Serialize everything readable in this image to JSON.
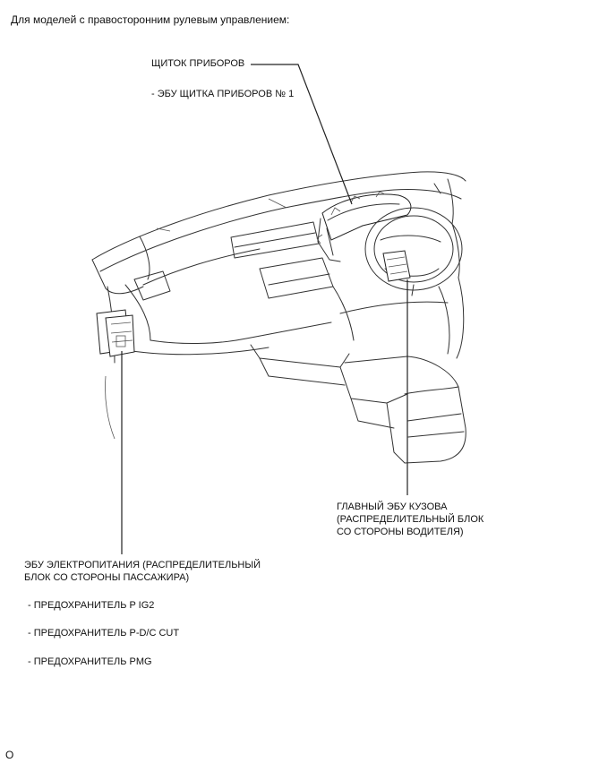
{
  "heading": "Для моделей с правосторонним рулевым управлением:",
  "labels": {
    "instrument_panel": "ЩИТОК ПРИБОРОВ",
    "instrument_ecu": "- ЭБУ ЩИТКА ПРИБОРОВ № 1",
    "main_body_ecu": {
      "line1": "ГЛАВНЫЙ ЭБУ КУЗОВА",
      "line2": "(РАСПРЕДЕЛИТЕЛЬНЫЙ БЛОК",
      "line3": "СО СТОРОНЫ ВОДИТЕЛЯ)"
    },
    "power_ecu": {
      "line1": "ЭБУ ЭЛЕКТРОПИТАНИЯ (РАСПРЕДЕЛИТЕЛЬНЫЙ",
      "line2": "БЛОК СО СТОРОНЫ ПАССАЖИРА)"
    },
    "fuses": [
      "- ПРЕДОХРАНИТЕЛЬ P IG2",
      "- ПРЕДОХРАНИТЕЛЬ P-D/C CUT",
      "- ПРЕДОХРАНИТЕЛЬ PMG"
    ]
  },
  "page_code": "O"
}
